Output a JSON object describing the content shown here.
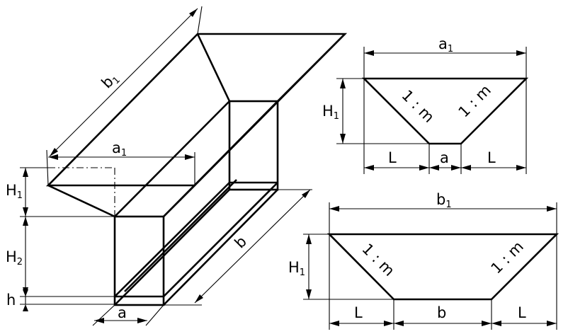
{
  "labels": {
    "iso_b1": "b",
    "iso_b1_sub": "1",
    "iso_a1": "a",
    "iso_a1_sub": "1",
    "iso_b": "b",
    "iso_a": "a",
    "iso_H1": "H",
    "iso_H1_sub": "1",
    "iso_H2": "H",
    "iso_H2_sub": "2",
    "iso_h": "h",
    "sec_a_a1": "a",
    "sec_a_a1_sub": "1",
    "sec_a_H1": "H",
    "sec_a_H1_sub": "1",
    "sec_a_slope_left": "1 : m",
    "sec_a_slope_right": "1 : m",
    "sec_a_L_left": "L",
    "sec_a_a": "a",
    "sec_a_L_right": "L",
    "sec_b_b1": "b",
    "sec_b_b1_sub": "1",
    "sec_b_H1": "H",
    "sec_b_H1_sub": "1",
    "sec_b_slope_left": "1 : m",
    "sec_b_slope_right": "1 : m",
    "sec_b_L_left": "L",
    "sec_b_b": "b",
    "sec_b_L_right": "L"
  }
}
